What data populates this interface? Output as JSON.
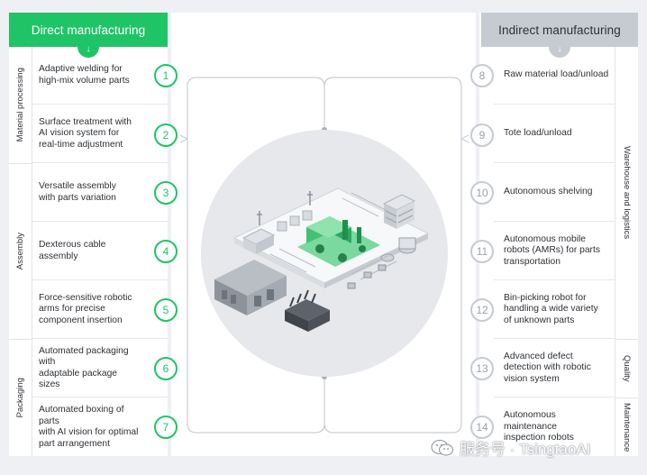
{
  "headers": {
    "left": "Direct manufacturing",
    "right": "Indirect manufacturing"
  },
  "left_categories": [
    "Material processing",
    "Assembly",
    "Packaging"
  ],
  "right_categories": [
    "Warehouse and logistics",
    "Quality",
    "Maintenance"
  ],
  "left_items": [
    {
      "num": "1",
      "text": "Adaptive welding for\nhigh-mix volume parts"
    },
    {
      "num": "2",
      "text": "Surface treatment with\nAI vision system for\nreal-time adjustment"
    },
    {
      "num": "3",
      "text": "Versatile assembly\nwith parts variation"
    },
    {
      "num": "4",
      "text": "Dexterous cable assembly"
    },
    {
      "num": "5",
      "text": "Force-sensitive robotic\narms for precise\ncomponent insertion"
    },
    {
      "num": "6",
      "text": "Automated packaging with\nadaptable package sizes"
    },
    {
      "num": "7",
      "text": "Automated boxing of parts\nwith AI vision for optimal\npart arrangement"
    }
  ],
  "right_items": [
    {
      "num": "8",
      "text": "Raw material load/unload"
    },
    {
      "num": "9",
      "text": "Tote load/unload"
    },
    {
      "num": "10",
      "text": "Autonomous shelving"
    },
    {
      "num": "11",
      "text": "Autonomous mobile\nrobots (AMRs) for parts\ntransportation"
    },
    {
      "num": "12",
      "text": "Bin-picking robot for\nhandling a wide variety\nof unknown parts"
    },
    {
      "num": "13",
      "text": "Advanced defect\ndetection with robotic\nvision system"
    },
    {
      "num": "14",
      "text": "Autonomous\nmaintenance\ninspection robots"
    }
  ],
  "watermark": "服务号 · TsingtaoAI",
  "colors": {
    "accent": "#1fc466",
    "indirect": "#c6cbd1",
    "circle": "#e6e8ec"
  },
  "icons": {
    "header_arrow": "chevron-down-icon",
    "watermark": "wechat-icon"
  }
}
